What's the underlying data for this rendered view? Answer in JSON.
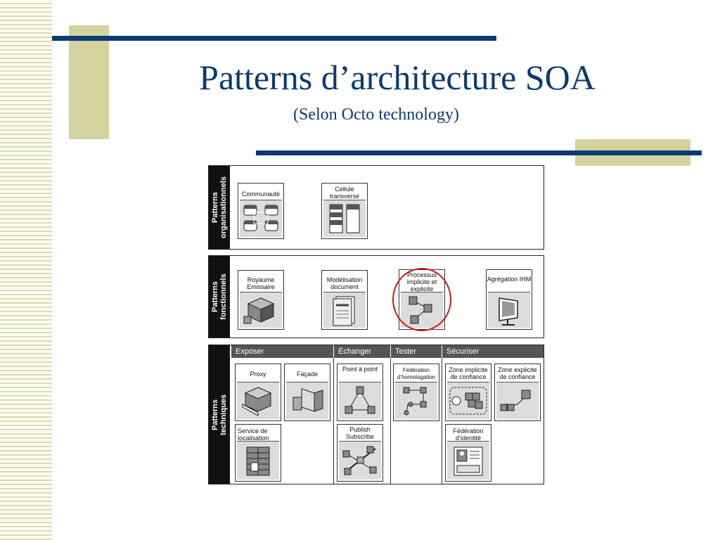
{
  "slide": {
    "title": "Patterns d’architecture SOA",
    "subtitle": "(Selon Octo technology)"
  },
  "colors": {
    "accent": "#0c3a72",
    "khaki": "#d4d3a0",
    "highlight": "#d01818"
  },
  "rows": {
    "organisationnels": {
      "label_line1": "Patterns",
      "label_line2": "organisationnels",
      "cards": [
        {
          "label": "Communauté",
          "icon": "community-icon"
        },
        {
          "label": "Cellule transverse",
          "icon": "transverse-cell-icon"
        }
      ]
    },
    "fonctionnels": {
      "label_line1": "Patterns",
      "label_line2": "fonctionnels",
      "cards": [
        {
          "label": "Royaume Emissaire",
          "icon": "cube-icon"
        },
        {
          "label": "Modélisation document",
          "icon": "document-icon"
        },
        {
          "label": "Processus implicite et explicite",
          "icon": "process-icon",
          "highlighted": true
        },
        {
          "label": "Agrégation IHM",
          "icon": "monitor-icon"
        }
      ]
    },
    "techniques": {
      "label_line1": "Patterns",
      "label_line2": "techniques",
      "categories": [
        {
          "label": "Exposer"
        },
        {
          "label": "Échanger"
        },
        {
          "label": "Tester"
        },
        {
          "label": "Sécuriser"
        }
      ],
      "cards": [
        {
          "label": "Proxy",
          "icon": "proxy-icon"
        },
        {
          "label": "Façade",
          "icon": "facade-icon"
        },
        {
          "label": "Service de localisation",
          "icon": "wall-icon"
        },
        {
          "label": "Point à point",
          "icon": "point-to-point-icon"
        },
        {
          "label": "Publish Subscribe",
          "icon": "publish-subscribe-icon"
        },
        {
          "label": "Fédération d’homologation",
          "icon": "federation-homologation-icon"
        },
        {
          "label": "Zone implicite de confiance",
          "icon": "trust-zone-implicit-icon"
        },
        {
          "label": "Zone explicite de confiance",
          "icon": "trust-zone-explicit-icon"
        },
        {
          "label": "Fédération d’identité",
          "icon": "id-card-icon"
        }
      ]
    }
  }
}
